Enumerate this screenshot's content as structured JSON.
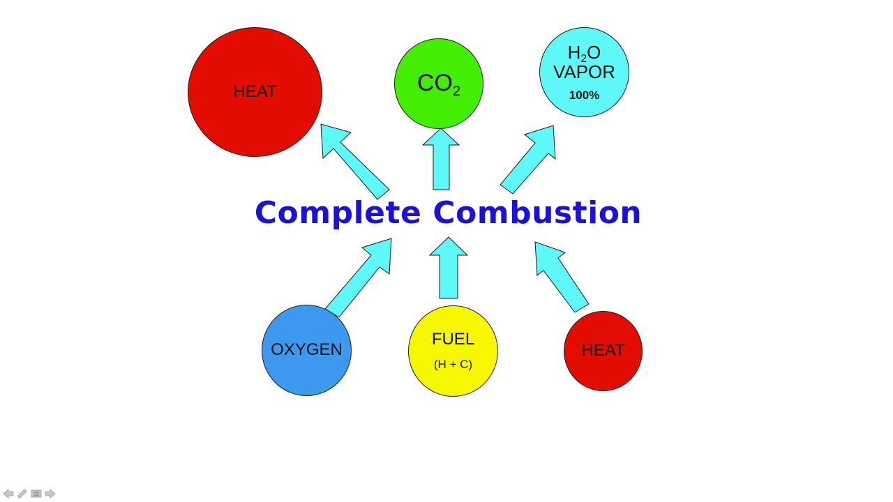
{
  "title": "Complete Combustion",
  "products": {
    "heat": {
      "label": "HEAT",
      "color": "#e30c00"
    },
    "co2": {
      "main": "CO",
      "sub": "2",
      "color": "#44ee00"
    },
    "h2o": {
      "h": "H",
      "sub": "2",
      "o": "O",
      "vapor": "VAPOR",
      "percent": "100%",
      "color": "#5ff8f8"
    }
  },
  "reactants": {
    "oxygen": {
      "label": "OXYGEN",
      "color": "#3d98f0"
    },
    "fuel": {
      "label": "FUEL",
      "formula": "(H + C)",
      "color": "#f7f700"
    },
    "heat": {
      "label": "HEAT",
      "color": "#e30c00"
    }
  },
  "colors": {
    "arrow": "#5ff8f8",
    "title": "#1a10e0",
    "outline": "#1a1a1a"
  },
  "toolbar_icons": [
    "left-arrow-icon",
    "pen-icon",
    "menu-icon",
    "right-arrow-icon"
  ]
}
